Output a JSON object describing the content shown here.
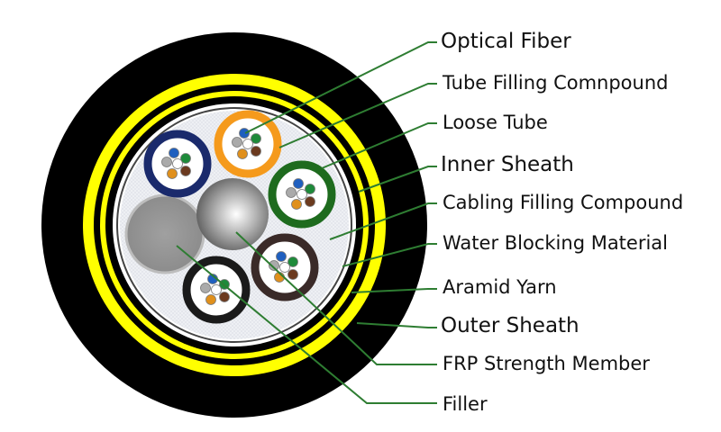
{
  "labels": {
    "optical_fiber": "Optical Fiber",
    "tube_filling_compound": "Tube Filling Comnpound",
    "loose_tube": "Loose Tube",
    "inner_sheath": "Inner Sheath",
    "cabling_filling_compound": "Cabling Filling Compound",
    "water_blocking_material": "Water Blocking Material",
    "aramid_yarn": "Aramid Yarn",
    "outer_sheath": "Outer Sheath",
    "frp_strength_member": "FRP Strength Member",
    "filler": "Filler"
  },
  "colors": {
    "outer_sheath": "#000000",
    "aramid_yarn": "#ffff00",
    "inner_sheath": "#000000",
    "leader_line": "#2e7d32",
    "tube_navy": "#1a2a6c",
    "tube_orange": "#f59a1c",
    "tube_green": "#1e6b1e",
    "tube_brown": "#3a2a28",
    "tube_black": "#1a1a1a"
  }
}
